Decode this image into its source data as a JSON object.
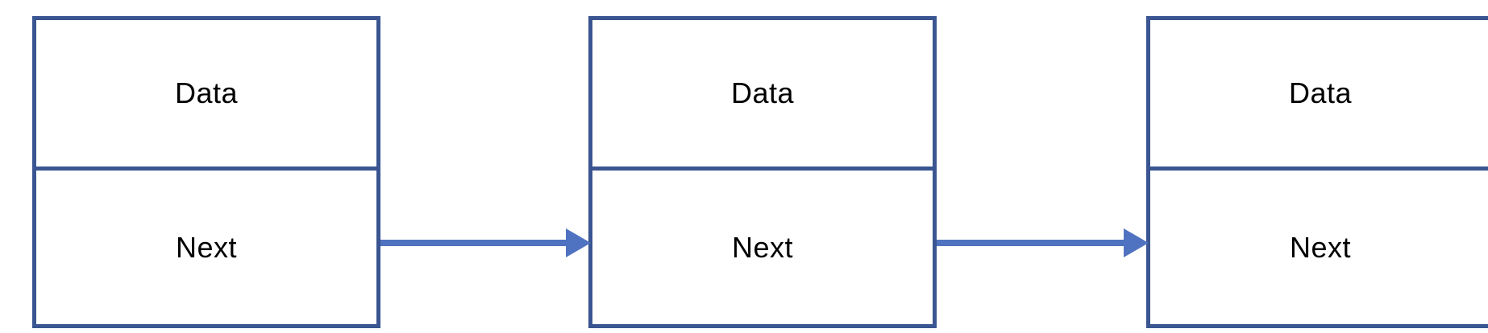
{
  "colors": {
    "node_border": "#3a5591",
    "arrow": "#4f73c0"
  },
  "nodes": [
    {
      "data_label": "Data",
      "next_label": "Next"
    },
    {
      "data_label": "Data",
      "next_label": "Next"
    },
    {
      "data_label": "Data",
      "next_label": "Next"
    }
  ],
  "links": [
    {
      "from": 0,
      "to": 1
    },
    {
      "from": 1,
      "to": 2
    }
  ]
}
